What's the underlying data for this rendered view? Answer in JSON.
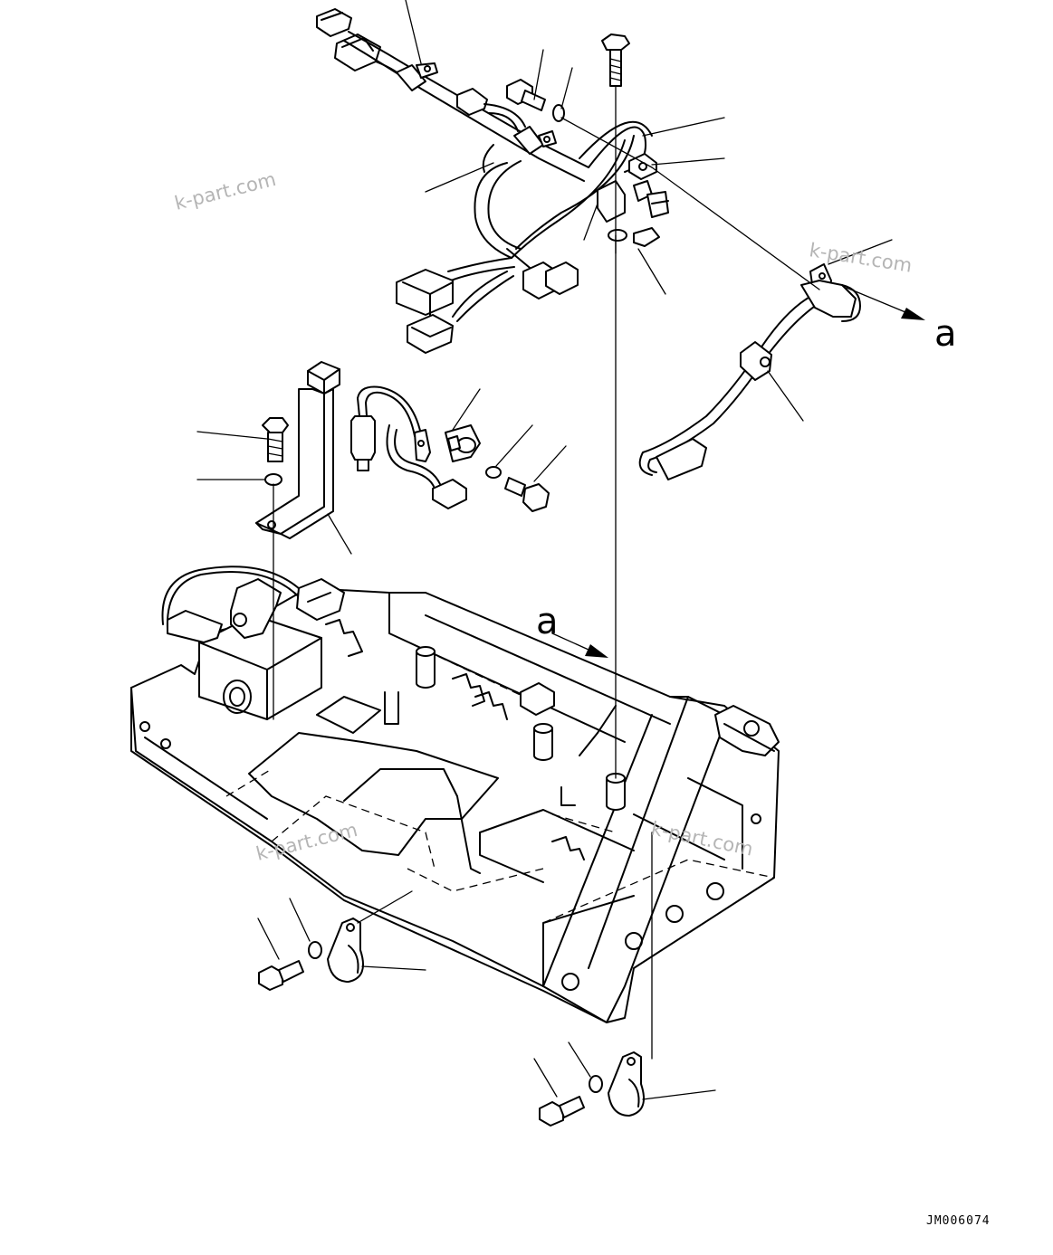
{
  "watermarks": [
    "k-part.com",
    "k-part.com",
    "k-part.com",
    "k-part.com"
  ],
  "view_labels": {
    "arrow_a_right": "a",
    "arrow_a_down": "a"
  },
  "drawing_code": "JM006074"
}
